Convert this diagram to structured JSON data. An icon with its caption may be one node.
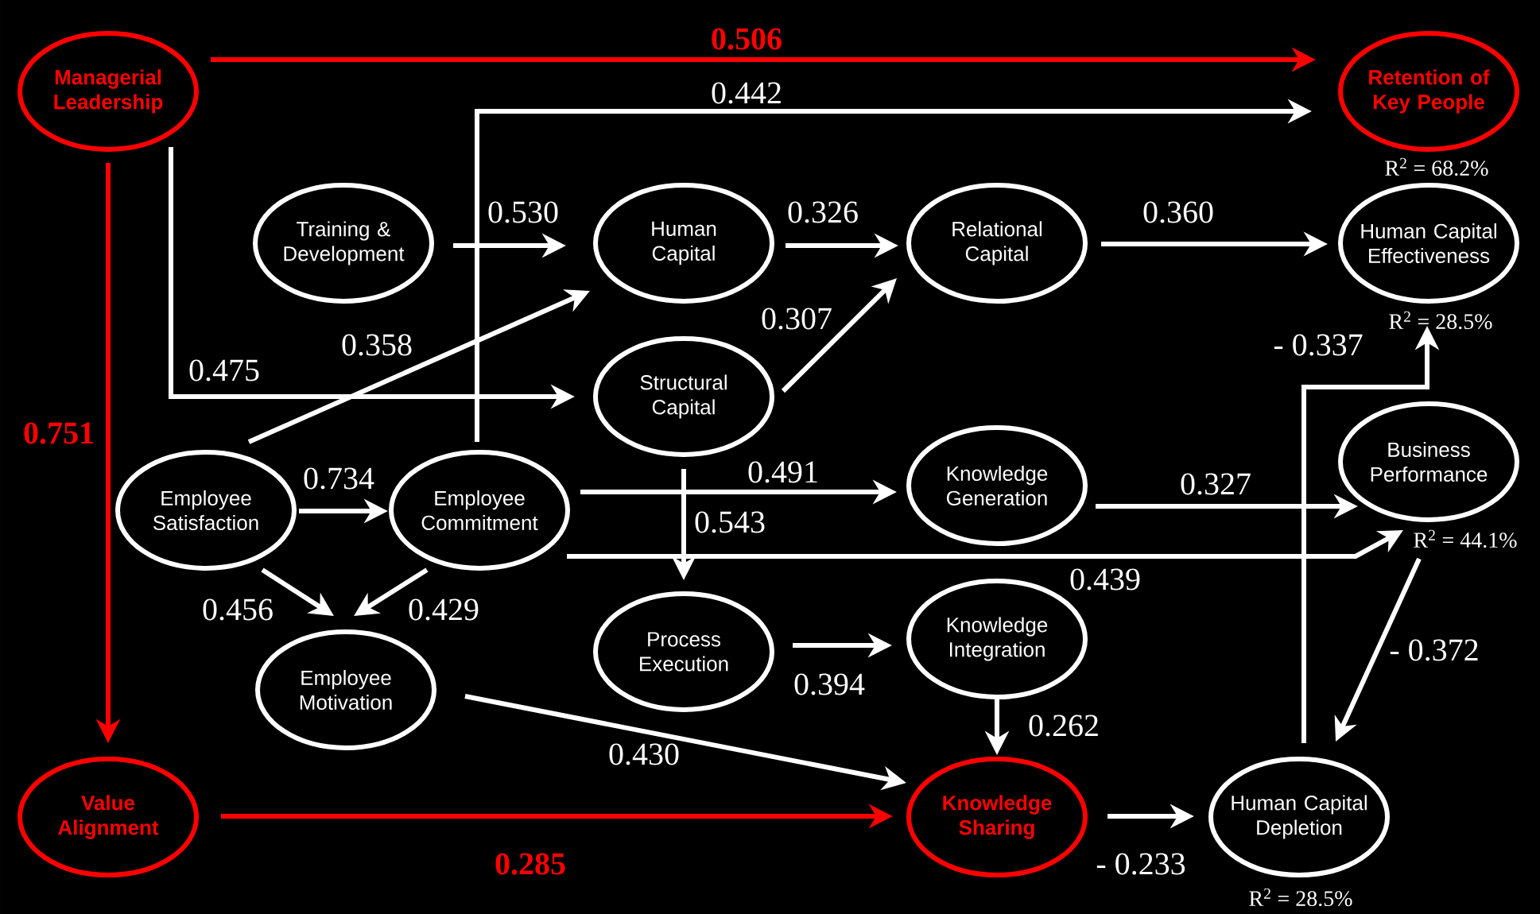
{
  "diagram": {
    "nodes": [
      {
        "text": [
          "Managerial Leadership"
        ]
      },
      {
        "text": [
          "Retention of Key People"
        ],
        "beside": [
          "R$^{2}$ = 68.2%"
        ]
      },
      {
        "text": [
          "Training & Development"
        ]
      },
      {
        "text": [
          "Human Capital"
        ]
      },
      {
        "text": [
          "Relational Capital"
        ]
      },
      {
        "text": [
          "Human Capital Effectiveness"
        ],
        "beside": [
          "R$^{2}$ = 28.5%"
        ]
      },
      {
        "text": [
          "Structural Capital"
        ]
      },
      {
        "text": [
          "Employee Satisfaction"
        ]
      },
      {
        "text": [
          "Employee Commitment"
        ]
      },
      {
        "text": [
          "Knowledge Generation"
        ]
      },
      {
        "text": [
          "Business Performance"
        ],
        "beside": [
          "R$^{2}$ = 44.1%"
        ]
      },
      {
        "text": [
          "Process Execution"
        ]
      },
      {
        "text": [
          "Knowledge Integration"
        ]
      },
      {
        "text": [
          "Employee Motivation"
        ]
      },
      {
        "text": [
          "Value Alignment"
        ]
      },
      {
        "text": [
          "Knowledge Sharing"
        ]
      },
      {
        "text": [
          "Human Capital Depletion"
        ],
        "beside": [
          "R$^{2}$ = 28.5%"
        ]
      }
    ],
    "edges": [
      {
        "from": 0,
        "to": 1,
        "arrow": "to",
        "label": "0.506",
        "color": "#ff0000"
      },
      {
        "from": 8,
        "to": 1,
        "arrow": "to",
        "label": "0.442"
      },
      {
        "from": 2,
        "to": 3,
        "arrow": "to",
        "label": "0.530"
      },
      {
        "from": 3,
        "to": 4,
        "arrow": "to",
        "label": "0.326"
      },
      {
        "from": 4,
        "to": 5,
        "arrow": "to",
        "label": "0.360"
      },
      {
        "from": 0,
        "to": 6,
        "arrow": "to",
        "label": "0.475"
      },
      {
        "from": 7,
        "to": 3,
        "arrow": "to",
        "label": "0.358"
      },
      {
        "from": 6,
        "to": 4,
        "arrow": "to",
        "label": "0.307"
      },
      {
        "from": 7,
        "to": 8,
        "arrow": "to",
        "label": "0.734"
      },
      {
        "from": 8,
        "to": 9,
        "arrow": "to",
        "label": "0.491"
      },
      {
        "from": 9,
        "to": 10,
        "arrow": "to",
        "label": "0.327"
      },
      {
        "from": 6,
        "to": 11,
        "arrow": "to",
        "label": "0.543"
      },
      {
        "from": 8,
        "to": 10,
        "arrow": "to",
        "label": "0.439"
      },
      {
        "from": 7,
        "to": 13,
        "arrow": "to",
        "label": "0.456"
      },
      {
        "from": 8,
        "to": 13,
        "arrow": "to",
        "label": "0.429"
      },
      {
        "from": 11,
        "to": 12,
        "arrow": "to",
        "label": "0.394"
      },
      {
        "from": 12,
        "to": 15,
        "arrow": "to",
        "label": "0.262"
      },
      {
        "from": 13,
        "to": 15,
        "arrow": "to",
        "label": "0.430"
      },
      {
        "from": 0,
        "to": 14,
        "arrow": "to",
        "label": "0.751",
        "color": "#ff0000"
      },
      {
        "from": 14,
        "to": 15,
        "arrow": "to",
        "label": "0.285",
        "color": "#ff0000"
      },
      {
        "from": 15,
        "to": 16,
        "arrow": "to",
        "label": "- 0.233"
      },
      {
        "from": 16,
        "to": 5,
        "arrow": "to",
        "label": "- 0.337"
      },
      {
        "from": 10,
        "to": 16,
        "arrow": "to",
        "label": "- 0.372"
      }
    ]
  }
}
